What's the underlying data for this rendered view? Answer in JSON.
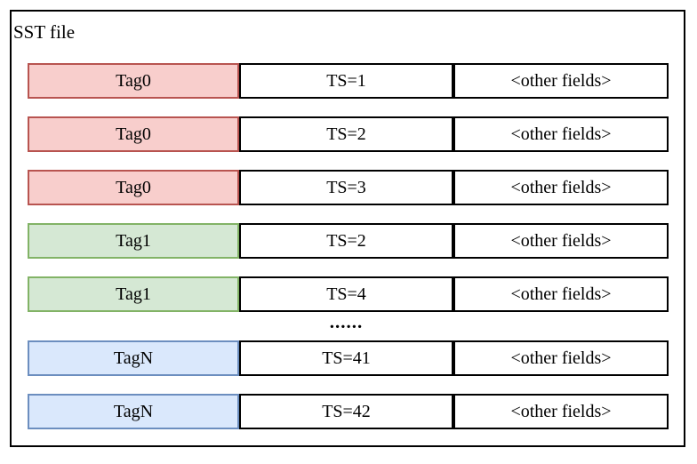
{
  "diagram": {
    "title": "SST file",
    "ellipsis": "......",
    "colors": {
      "red": {
        "fill": "#f8cecc",
        "stroke": "#b85450"
      },
      "green": {
        "fill": "#d5e8d4",
        "stroke": "#82b366"
      },
      "blue": {
        "fill": "#dae8fc",
        "stroke": "#6c8ebf"
      }
    },
    "rows": [
      {
        "tag": "Tag0",
        "color": "red",
        "ts": "TS=1",
        "other": "<other fields>"
      },
      {
        "tag": "Tag0",
        "color": "red",
        "ts": "TS=2",
        "other": "<other fields>"
      },
      {
        "tag": "Tag0",
        "color": "red",
        "ts": "TS=3",
        "other": "<other fields>"
      },
      {
        "tag": "Tag1",
        "color": "green",
        "ts": "TS=2",
        "other": "<other fields>"
      },
      {
        "tag": "Tag1",
        "color": "green",
        "ts": "TS=4",
        "other": "<other fields>"
      },
      {
        "tag": "TagN",
        "color": "blue",
        "ts": "TS=41",
        "other": "<other fields>"
      },
      {
        "tag": "TagN",
        "color": "blue",
        "ts": "TS=42",
        "other": "<other fields>"
      }
    ]
  }
}
